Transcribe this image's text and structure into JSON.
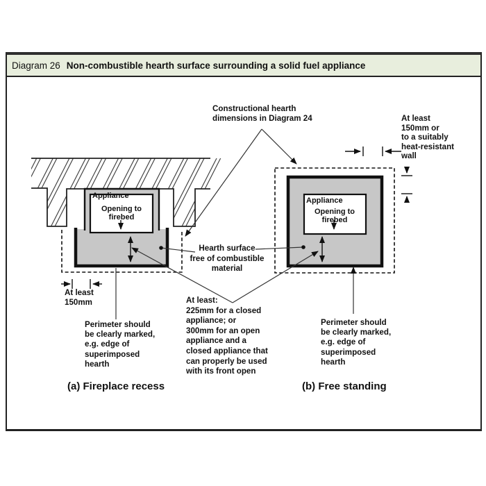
{
  "header": {
    "label": "Diagram 26",
    "title": "Non-combustible hearth surface surrounding a solid fuel appliance"
  },
  "annotations": {
    "constructional": "Constructional hearth\ndimensions in Diagram 24",
    "heat_wall": "At least\n150mm or\nto a suitably\nheat-resistant\nwall",
    "hearth_surface": "Hearth surface\nfree of combustible\nmaterial",
    "at_least_150": "At least\n150mm",
    "at_least_list": "At least:\n225mm for a closed\nappliance; or\n300mm for an open\nappliance and a\nclosed appliance that\ncan properly be used\nwith its front open",
    "perimeter": "Perimeter should\nbe clearly marked,\ne.g. edge of\nsuperimposed\nhearth"
  },
  "diagram_a": {
    "appliance": "Appliance",
    "opening": "Opening to\nfirebed",
    "caption": "(a) Fireplace recess"
  },
  "diagram_b": {
    "appliance": "Appliance",
    "opening": "Opening to\nfirebed",
    "caption": "(b) Free standing"
  },
  "colors": {
    "band_green": "#e8eedd",
    "hearth_gray": "#c7c7c7",
    "ink": "#111111"
  }
}
